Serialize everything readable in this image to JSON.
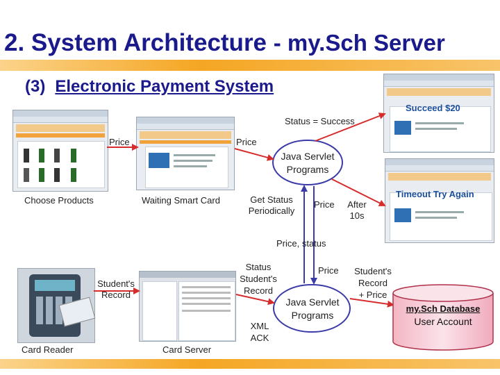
{
  "title": {
    "main": "2. System Architecture",
    "sub": "- my.Sch Server"
  },
  "heading": {
    "number": "(3)",
    "text": "Electronic Payment System"
  },
  "labels": {
    "status_success": "Status = Success",
    "price_1": "Price",
    "price_2": "Price",
    "java_servlet_top": "Java Servlet\nPrograms",
    "choose_products": "Choose Products",
    "waiting_smart_card": "Waiting Smart Card",
    "get_status": "Get Status\nPeriodically",
    "price_3": "Price",
    "after_10s": "After\n10s",
    "price_status": "Price, status",
    "students_record_left": "Student's\nRecord",
    "status_students_record": "Status\nStudent's\nRecord",
    "price_4": "Price",
    "students_record_price": "Student's\nRecord\n+ Price",
    "java_servlet_bottom": "Java Servlet\nPrograms",
    "xml_ack": "XML\nACK",
    "card_reader": "Card Reader",
    "card_server": "Card Server"
  },
  "screens": {
    "succeed": "Succeed $20",
    "timeout": "Timeout Try Again"
  },
  "database": {
    "name": "my.Sch Database",
    "sub": "User Account"
  },
  "colors": {
    "title": "#1a1a8c",
    "orange_bar": "#f5a623",
    "arrow_red": "#d62c2c",
    "arrow_blue": "#3a3aa8",
    "ellipse_blue": "#3a3aa8",
    "cylinder_fill": "#f7c9d4",
    "cylinder_stroke": "#b0304a"
  }
}
